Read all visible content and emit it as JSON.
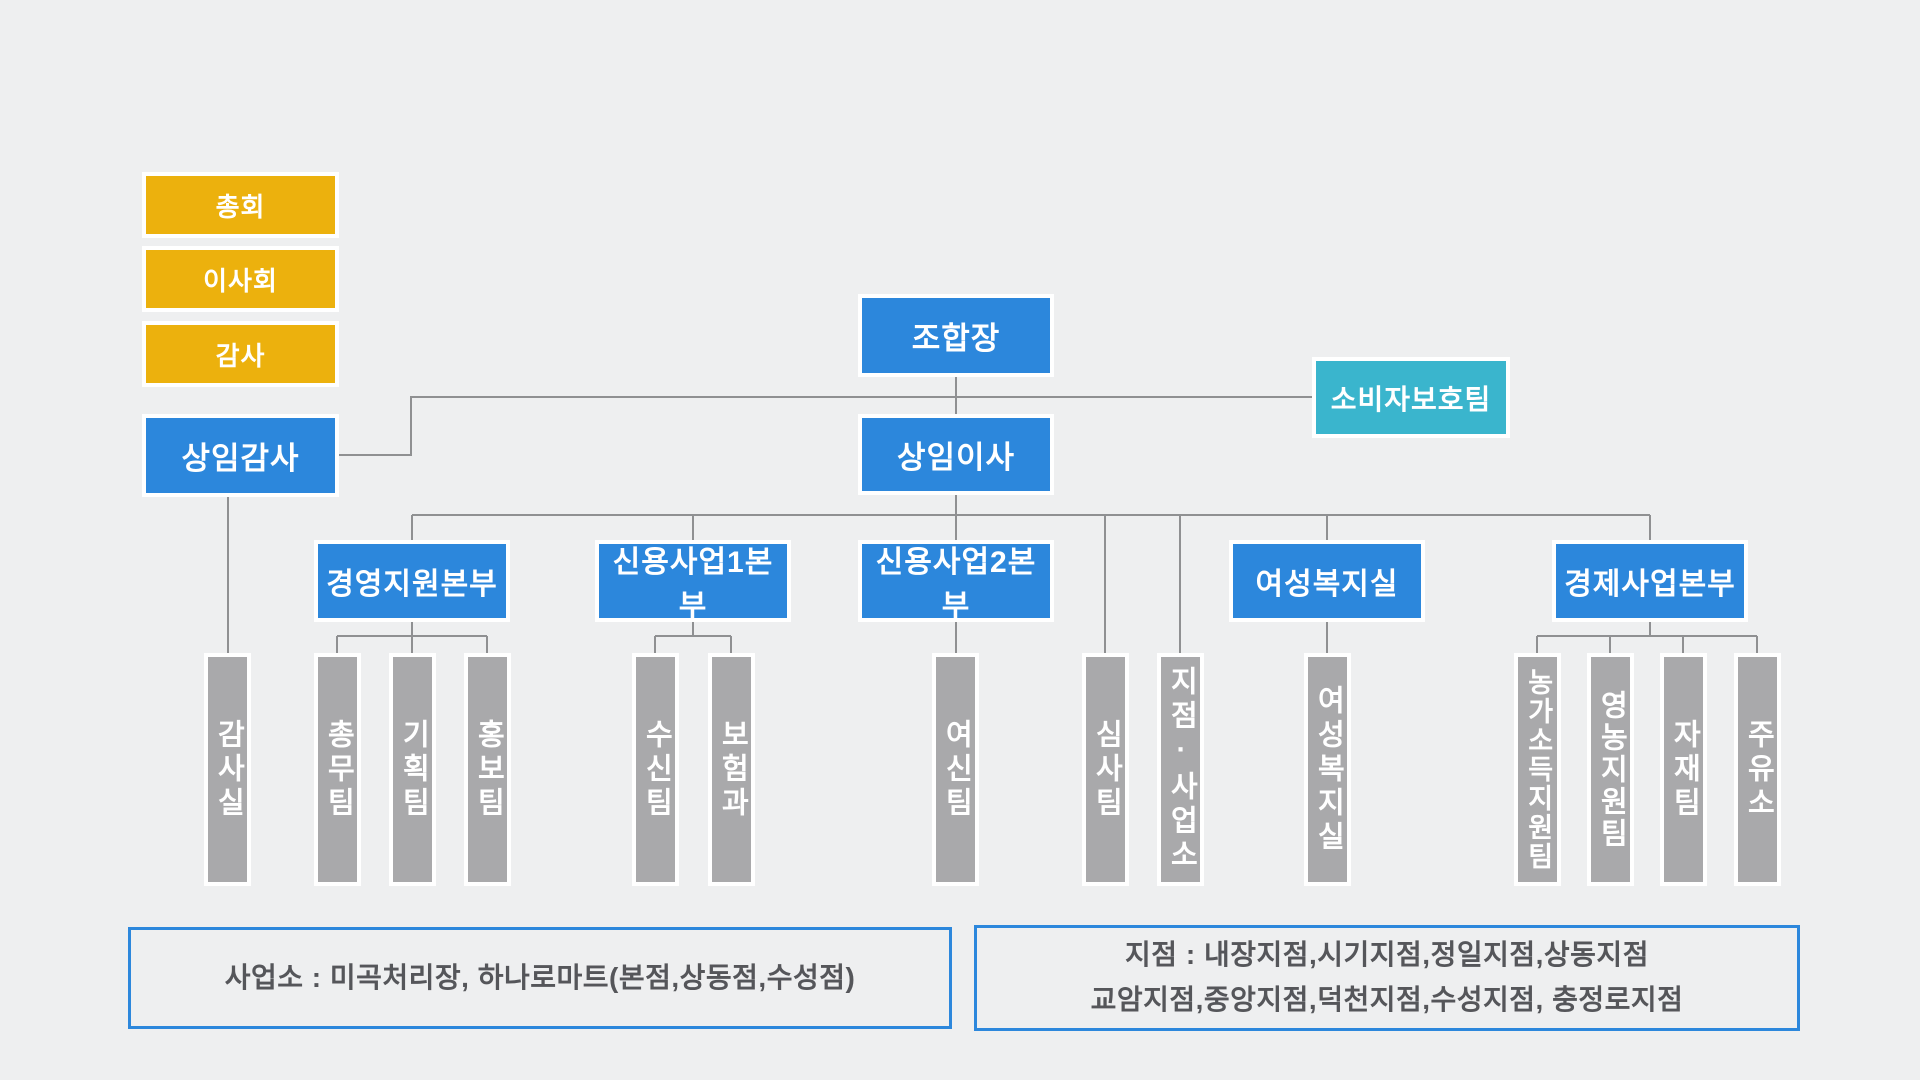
{
  "governance": [
    {
      "label": "총회"
    },
    {
      "label": "이사회"
    },
    {
      "label": "감사"
    }
  ],
  "executives": {
    "chairman": "조합장",
    "standing_auditor": "상임감사",
    "standing_director": "상임이사",
    "consumer_protection_team": "소비자보호팀"
  },
  "departments": [
    {
      "label": "경영지원본부"
    },
    {
      "label": "신용사업1본부"
    },
    {
      "label": "신용사업2본부"
    },
    {
      "label": "여성복지실"
    },
    {
      "label": "경제사업본부"
    }
  ],
  "teams": [
    {
      "label": "감사실"
    },
    {
      "label": "총무팀"
    },
    {
      "label": "기획팀"
    },
    {
      "label": "홍보팀"
    },
    {
      "label": "수신팀"
    },
    {
      "label": "보험과"
    },
    {
      "label": "여신팀"
    },
    {
      "label": "심사팀"
    },
    {
      "label": "지점·사업소"
    },
    {
      "label": "여성복지실"
    },
    {
      "label": "농가소득지원팀"
    },
    {
      "label": "영농지원팀"
    },
    {
      "label": "자재팀"
    },
    {
      "label": "주유소"
    }
  ],
  "notes": {
    "business_offices": {
      "text": "사업소 : 미곡처리장, 하나로마트(본점,상동점,수성점)"
    },
    "branches": {
      "lines": [
        "지점 : 내장지점,시기지점,정일지점,상동지점",
        "교암지점,중앙지점,덕천지점,수성지점, 충정로지점"
      ]
    }
  },
  "colors": {
    "governance_box": "#ecb10d",
    "primary_box": "#2c87dc",
    "accent_box": "#3ab5cd",
    "team_box": "#a9a9ab",
    "connector_line": "#8f9092",
    "note_border": "#2c87dc",
    "note_text": "#55565a",
    "background": "#eeeff0"
  }
}
